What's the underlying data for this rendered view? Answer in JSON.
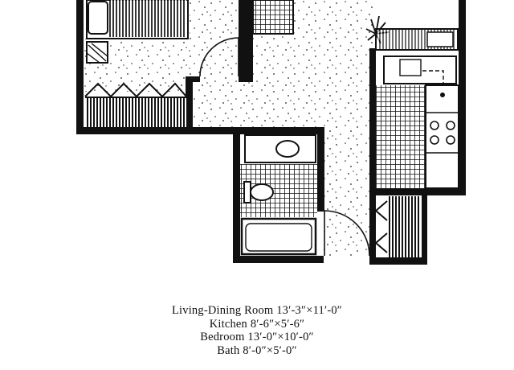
{
  "dimensions": [
    "Living-Dining Room 13′-3″×11′-0″",
    "Kitchen 8′-6″×5′-6″",
    "Bedroom 13′-0″×10′-0″",
    "Bath 8′-0″×5′-0″"
  ],
  "colors": {
    "ink": "#111111",
    "paper": "#ffffff"
  },
  "icons": [
    "bed-icon",
    "door-swing-icon",
    "toilet-icon",
    "bathtub-icon",
    "sink-icon",
    "stove-icon",
    "plant-icon",
    "closet-icon"
  ]
}
